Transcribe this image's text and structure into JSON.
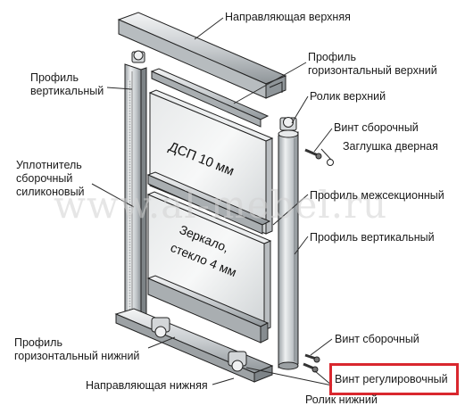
{
  "labels": {
    "guide_top": "Направляющая верхняя",
    "profile_vertical_left_1": "Профиль",
    "profile_vertical_left_2": "вертикальный",
    "profile_horizontal_top_1": "Профиль",
    "profile_horizontal_top_2": "горизонтальный верхний",
    "roller_top": "Ролик верхний",
    "screw_assembly_top": "Винт сборочный",
    "door_plug": "Заглушка дверная",
    "seal_1": "Уплотнитель",
    "seal_2": "сборочный",
    "seal_3": "силиконовый",
    "profile_intersection": "Профиль межсекционный",
    "profile_vertical_right": "Профиль вертикальный",
    "panel_chipboard": "ДСП 10 мм",
    "panel_mirror_1": "Зеркало,",
    "panel_mirror_2": "стекло 4 мм",
    "screw_assembly_bottom": "Винт сборочный",
    "profile_horizontal_bottom_1": "Профиль",
    "profile_horizontal_bottom_2": "горизонтальный нижний",
    "screw_adjusting": "Винт регулировочный",
    "guide_bottom": "Направляющая нижняя",
    "roller_bottom": "Ролик нижний"
  },
  "watermark": "www.al-mebel.ru",
  "colors": {
    "highlight": "#d9272e",
    "line": "#222222",
    "metal": "#cfd3d6"
  }
}
